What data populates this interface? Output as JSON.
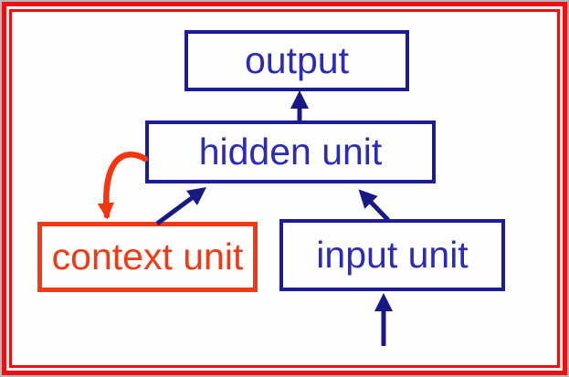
{
  "diagram": {
    "type": "neural-network-architecture",
    "description": "Elman-style recurrent network with context unit feedback loop",
    "nodes": {
      "output": {
        "label": "output",
        "text_color": "#2b2bb8",
        "border_color": "#1c1c96"
      },
      "hidden": {
        "label": "hidden unit",
        "text_color": "#2b2bb8",
        "border_color": "#1c1c96"
      },
      "context": {
        "label": "context unit",
        "text_color": "#f43811",
        "border_color": "#f43811"
      },
      "input": {
        "label": "input unit",
        "text_color": "#2b2bb8",
        "border_color": "#1c1c96"
      }
    },
    "edges": [
      {
        "from": "hidden",
        "to": "output",
        "style": "straight",
        "color": "#191985"
      },
      {
        "from": "context",
        "to": "hidden",
        "style": "straight",
        "color": "#191985"
      },
      {
        "from": "input",
        "to": "hidden",
        "style": "straight",
        "color": "#191985"
      },
      {
        "from": "external-signal",
        "to": "input",
        "style": "straight",
        "color": "#191985"
      },
      {
        "from": "hidden",
        "to": "context",
        "style": "curved",
        "color": "#f43510"
      }
    ],
    "frame": {
      "outer_edge_color": "#b6b6be",
      "border_color": "#ee1010",
      "style": "double"
    }
  }
}
